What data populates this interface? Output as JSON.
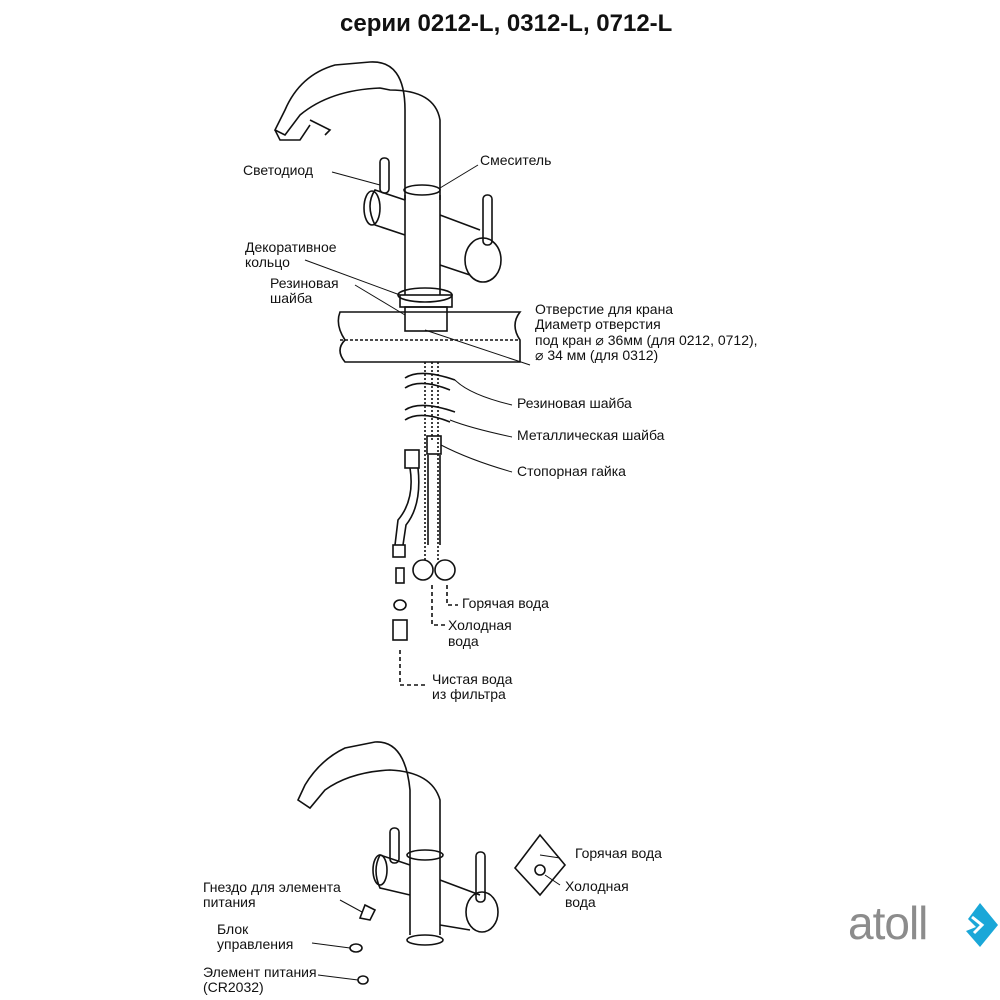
{
  "title": "серии 0212-L, 0312-L, 0712-L",
  "labels": {
    "led": "Светодиод",
    "mixer": "Смеситель",
    "decor_ring_1": "Декоративное",
    "decor_ring_2": "кольцо",
    "rubber_washer_top_1": "Резиновая",
    "rubber_washer_top_2": "шайба",
    "hole_1": "Отверстие для крана",
    "hole_2": "Диаметр отверстия",
    "hole_3": "под кран ⌀ 36мм (для 0212, 0712),",
    "hole_4": "⌀ 34 мм (для 0312)",
    "rubber_washer": "Резиновая шайба",
    "metal_washer": "Металлическая шайба",
    "lock_nut": "Стопорная гайка",
    "hot_water": "Горячая вода",
    "cold_water_1": "Холодная",
    "cold_water_2": "вода",
    "clean_water_1": "Чистая вода",
    "clean_water_2": "из фильтра",
    "hot_water_2": "Горячая вода",
    "cold_water_b1": "Холодная",
    "cold_water_b2": "вода",
    "battery_socket_1": "Гнездо для элемента",
    "battery_socket_2": "питания",
    "control_unit_1": "Блок",
    "control_unit_2": "управления",
    "battery_1": "Элемент питания",
    "battery_2": "(CR2032)"
  },
  "logo": {
    "text": "atoll",
    "text_color": "#8c8c8c",
    "mark_color": "#1aa7d8"
  }
}
